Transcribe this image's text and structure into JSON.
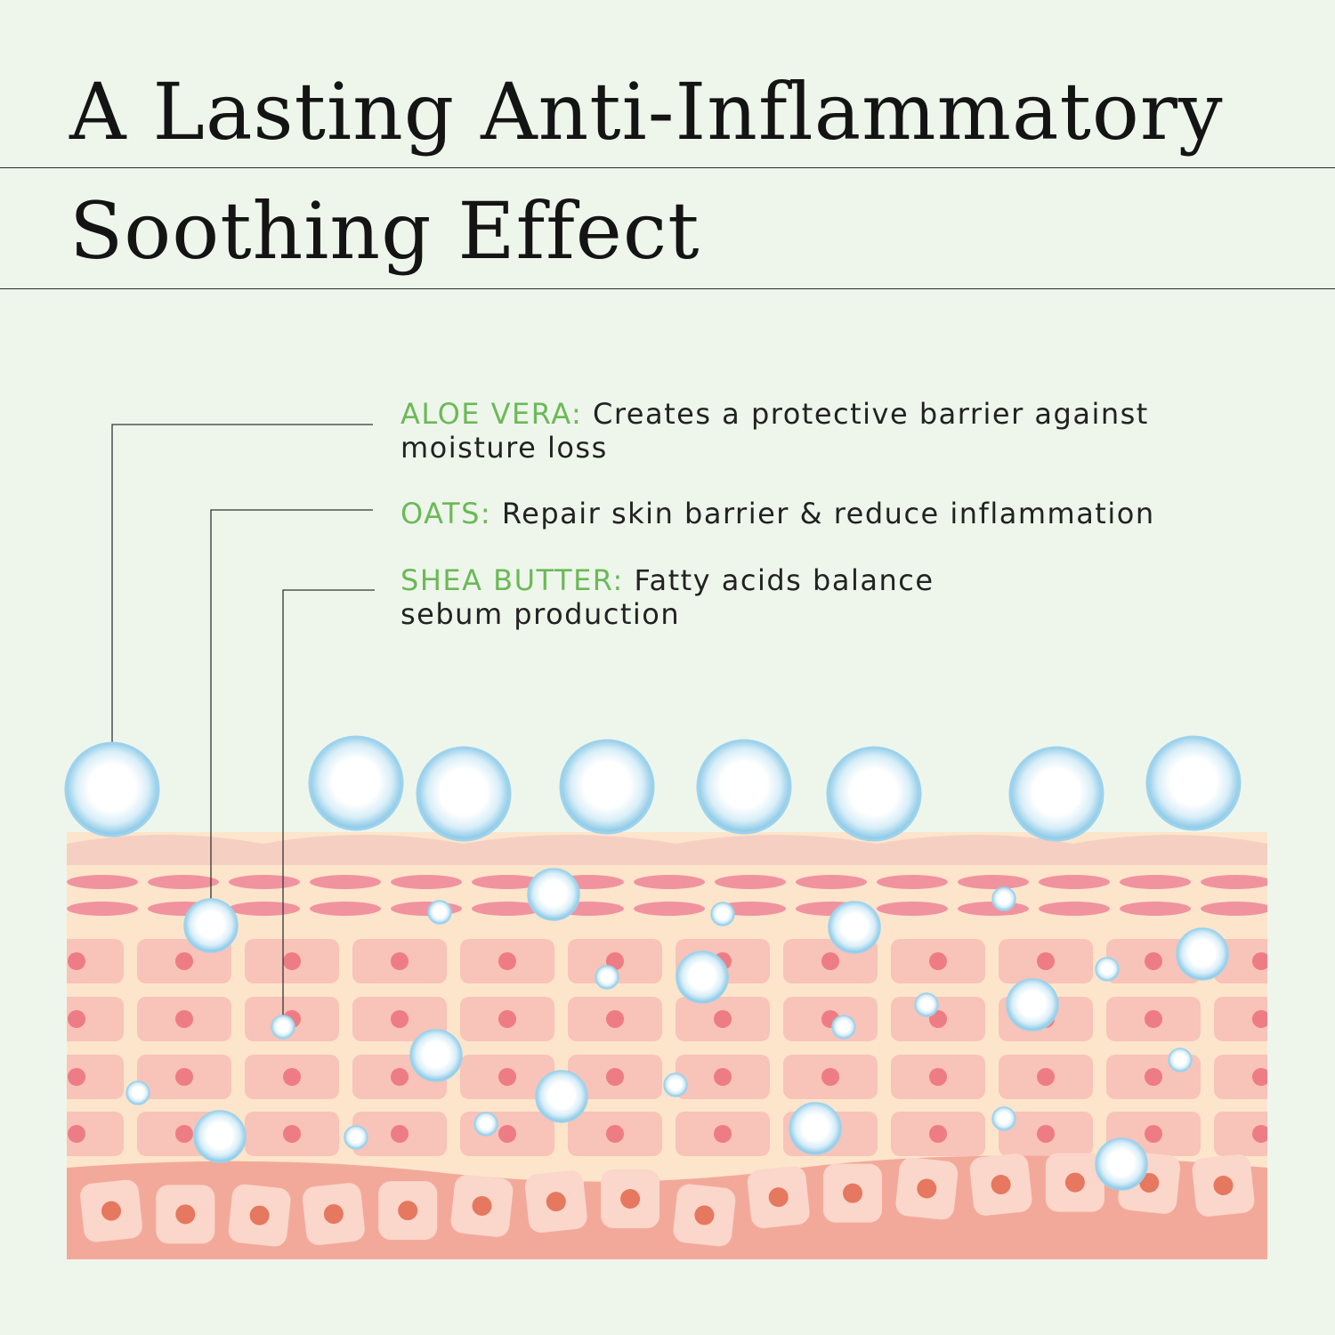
{
  "title": {
    "line1": "A Lasting Anti-Inflammatory",
    "line2": "Soothing Effect"
  },
  "callouts": [
    {
      "name": "ALOE VERA:",
      "text": "Creates a protective barrier against moisture loss"
    },
    {
      "name": "OATS:",
      "text": "Repair skin barrier & reduce inflammation"
    },
    {
      "name": "SHEA BUTTER:",
      "text": "Fatty acids balance sebum production"
    }
  ],
  "colors": {
    "background": "#eef6ec",
    "accent_green": "#6bb957",
    "skin_surface": "#f6cfc3",
    "skin_lipid": "#f0939f",
    "skin_cell": "#f8c3b8",
    "skin_cell_nucleus": "#ee7c84",
    "skin_base": "#f3a99a",
    "skin_base_nucleus": "#e5785f",
    "bubble_edge": "#8fcbe8"
  }
}
